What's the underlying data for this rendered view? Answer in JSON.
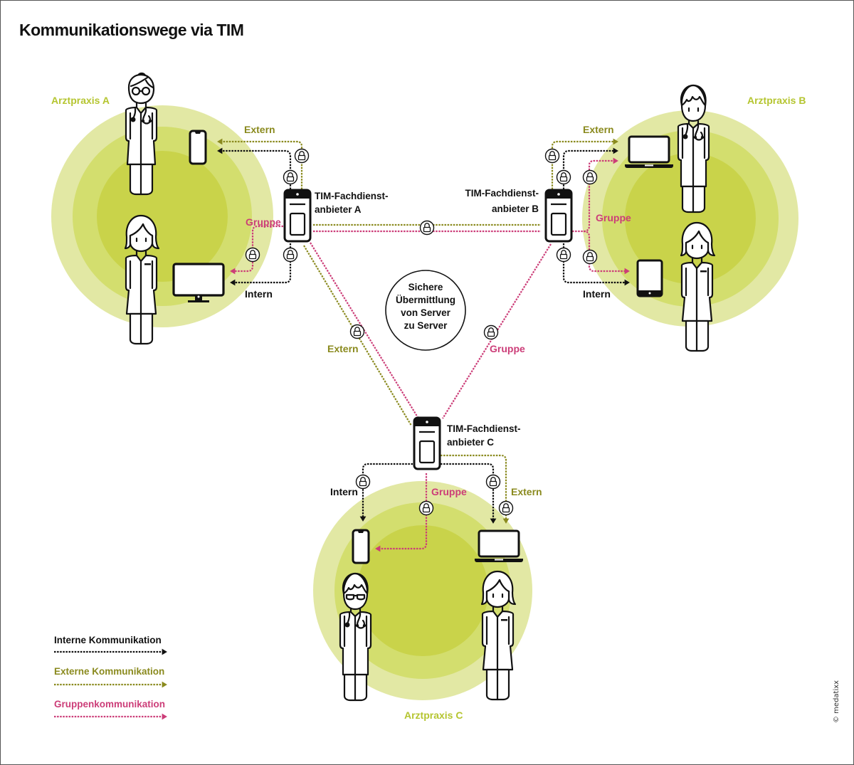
{
  "title": "Kommunikationswege via TIM",
  "colors": {
    "intern": "#111111",
    "extern": "#8a8a1e",
    "gruppe": "#cc3d78",
    "praxis_label": "#b5c530",
    "ring_outer": "#e2e8a4",
    "ring_middle": "#d3de6e",
    "ring_inner": "#c9d34a"
  },
  "practices": {
    "a": {
      "label": "Arztpraxis A"
    },
    "b": {
      "label": "Arztpraxis B"
    },
    "c": {
      "label": "Arztpraxis C"
    }
  },
  "servers": {
    "a": {
      "line1": "TIM-Fachdienst-",
      "line2": "anbieter A"
    },
    "b": {
      "line1": "TIM-Fachdienst-",
      "line2": "anbieter B"
    },
    "c": {
      "line1": "TIM-Fachdienst-",
      "line2": "anbieter C"
    }
  },
  "path_labels": {
    "a_extern": "Extern",
    "a_gruppe": "Gruppe",
    "a_intern": "Intern",
    "b_extern": "Extern",
    "b_gruppe": "Gruppe",
    "b_intern": "Intern",
    "c_intern": "Intern",
    "c_gruppe": "Gruppe",
    "c_extern": "Extern",
    "ac_extern": "Extern",
    "bc_gruppe": "Gruppe"
  },
  "center": {
    "lines": [
      "Sichere",
      "Übermittlung",
      "von Server",
      "zu Server"
    ]
  },
  "legend": [
    {
      "label": "Interne Kommunikation",
      "type": "intern"
    },
    {
      "label": "Externe Kommunikation",
      "type": "extern"
    },
    {
      "label": "Gruppenkommunikation",
      "type": "gruppe"
    }
  ],
  "devices": {
    "a": [
      "smartphone-icon",
      "desktop-monitor-icon"
    ],
    "b": [
      "laptop-icon",
      "tablet-icon"
    ],
    "c": [
      "smartphone-icon",
      "laptop-icon"
    ]
  },
  "copyright": "© medatixx"
}
